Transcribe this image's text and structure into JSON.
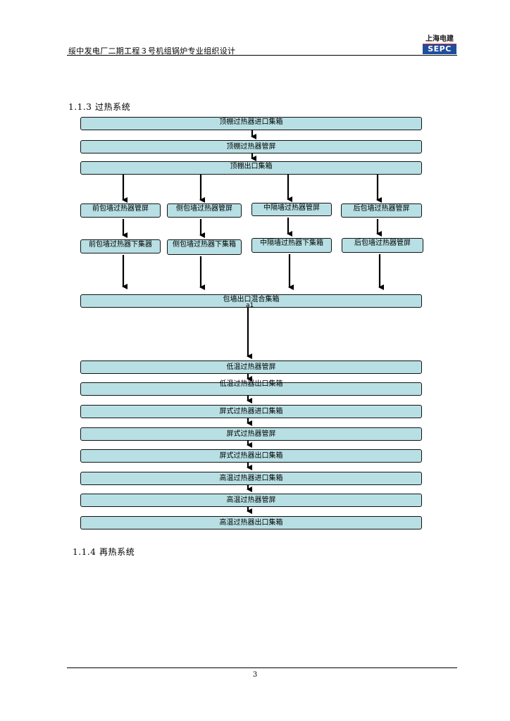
{
  "header": {
    "title": "绥中发电厂二期工程３号机组锅炉专业组织设计",
    "logo_top": "上海电建",
    "logo_bottom": "SEPC"
  },
  "sections": {
    "s1": "1.1.3 过热系统",
    "s2": "1.1.4 再热系统"
  },
  "flow": {
    "top": [
      "顶棚过热器进口集箱",
      "顶棚过热器管屏",
      "顶棚出口集箱"
    ],
    "row1": [
      "前包墙过热器管屏",
      "侧包墙过热器管屏",
      "中隔墙过热器管屏",
      "后包墙过热器管屏"
    ],
    "row2": [
      "前包墙过热器下集器",
      "侧包墙过热器下集箱",
      "中隔墙过热器下集箱",
      "后包墙过热器管屏"
    ],
    "mix": "包墙出口混合集箱",
    "mix_mark": "a1",
    "bottom": [
      "低温过热器管屏",
      "低温过热器出口集箱",
      "屏式过热器进口集箱",
      "屏式过热器管屏",
      "屏式过热器出口集箱",
      "高温过热器进口集箱",
      "高温过热器管屏",
      "高温过热器出口集箱"
    ]
  },
  "footer": {
    "page": "3"
  }
}
